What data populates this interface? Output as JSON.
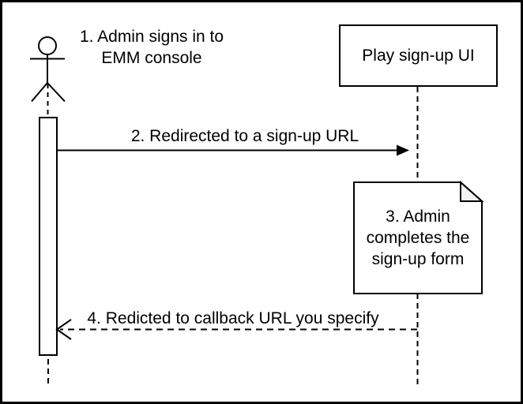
{
  "diagram": {
    "type": "sequence-diagram",
    "participant": {
      "label": "Play sign-up UI"
    },
    "actor": {
      "icon": "actor-stick-figure-icon"
    },
    "messages": {
      "m1": "1. Admin signs in to EMM console",
      "m2": "2. Redirected to a sign-up URL",
      "m3": "3. Admin completes the sign-up form",
      "m4": "4. Redicted to callback URL you specify"
    },
    "colors": {
      "line": "#000000",
      "background": "#ffffff",
      "note_fill": "#ffffff",
      "note_fold_fill": "#f2f2f2"
    }
  }
}
